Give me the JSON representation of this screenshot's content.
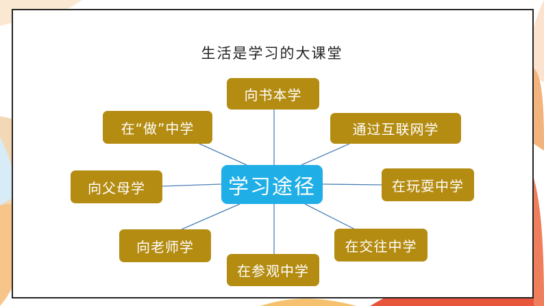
{
  "slide": {
    "title": "生活是学习的大课堂",
    "center": "学习途径",
    "nodes": [
      {
        "id": "book",
        "label": "向书本学"
      },
      {
        "id": "doing",
        "label": "在“做”中学"
      },
      {
        "id": "internet",
        "label": "通过互联网学"
      },
      {
        "id": "parents",
        "label": "向父母学"
      },
      {
        "id": "play",
        "label": "在玩耍中学"
      },
      {
        "id": "teacher",
        "label": "向老师学"
      },
      {
        "id": "social",
        "label": "在交往中学"
      },
      {
        "id": "visit",
        "label": "在参观中学"
      }
    ]
  },
  "colors": {
    "node_fill": "#b48c12",
    "center_fill": "#1faee6",
    "connector": "#4a7fb5",
    "frame": "#222222"
  }
}
